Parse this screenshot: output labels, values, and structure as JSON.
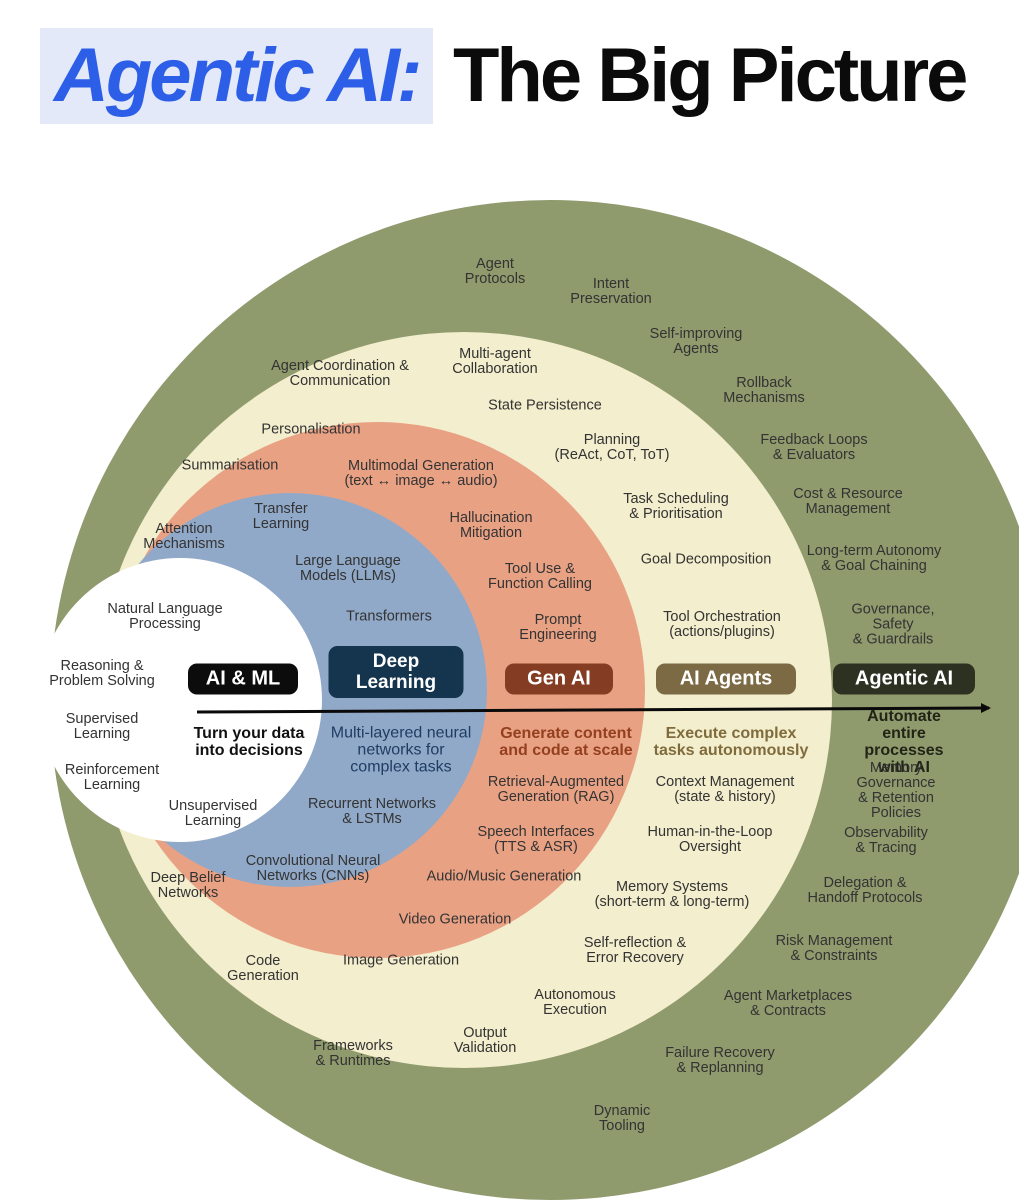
{
  "title": {
    "part1": "Agentic AI:",
    "part2": "The Big Picture"
  },
  "colors": {
    "title_blue": "#2c5ee8",
    "title_highlight": "#e3e9f8",
    "ring_agentic": "#8f9a6d",
    "ring_agents": "#f3eecd",
    "ring_genai": "#e9a184",
    "ring_dl": "#91a9c8",
    "core_aiml": "#ffffff",
    "pill_aiml": "#0c0c0c",
    "pill_dl": "#15344e",
    "pill_genai": "#843d22",
    "pill_agents": "#7b6a44",
    "pill_agentic": "#2c3121",
    "arrow": "#0a0a0a"
  },
  "rings": {
    "aiml": {
      "name": "AI & ML",
      "tagline": "Turn your data\ninto decisions",
      "items": [
        "Natural Language\nProcessing",
        "Reasoning &\nProblem Solving",
        "Supervised\nLearning",
        "Reinforcement\nLearning",
        "Unsupervised\nLearning"
      ]
    },
    "dl": {
      "name": "Deep\nLearning",
      "tagline": "Multi-layered neural\nnetworks for\ncomplex tasks",
      "items": [
        "Attention\nMechanisms",
        "Transfer\nLearning",
        "Large Language\nModels (LLMs)",
        "Transformers",
        "Recurrent Networks\n& LSTMs",
        "Convolutional Neural\nNetworks (CNNs)",
        "Deep Belief\nNetworks"
      ]
    },
    "genai": {
      "name": "Gen AI",
      "tagline": "Generate content\nand code at scale",
      "items": [
        "Personalisation",
        "Summarisation",
        "Multimodal Generation\n(text ↔ image ↔ audio)",
        "Hallucination\nMitigation",
        "Tool Use &\nFunction Calling",
        "Prompt\nEngineering",
        "Retrieval-Augmented\nGeneration (RAG)",
        "Speech Interfaces\n(TTS & ASR)",
        "Audio/Music Generation",
        "Video Generation",
        "Image Generation",
        "Code\nGeneration"
      ]
    },
    "agents": {
      "name": "AI Agents",
      "tagline": "Execute complex\ntasks autonomously",
      "items": [
        "Agent Coordination &\nCommunication",
        "Multi-agent\nCollaboration",
        "State Persistence",
        "Planning\n(ReAct, CoT, ToT)",
        "Task Scheduling\n& Prioritisation",
        "Goal Decomposition",
        "Tool Orchestration\n(actions/plugins)",
        "Context Management\n(state & history)",
        "Human-in-the-Loop\nOversight",
        "Memory Systems\n(short-term & long-term)",
        "Self-reflection &\nError Recovery",
        "Autonomous\nExecution",
        "Output\nValidation",
        "Frameworks\n& Runtimes"
      ]
    },
    "agentic": {
      "name": "Agentic AI",
      "tagline": "Automate entire\nprocesses with AI",
      "items": [
        "Agent\nProtocols",
        "Intent\nPreservation",
        "Self-improving\nAgents",
        "Rollback\nMechanisms",
        "Feedback Loops\n& Evaluators",
        "Cost & Resource\nManagement",
        "Long-term Autonomy\n& Goal Chaining",
        "Governance, Safety\n& Guardrails",
        "Memory Governance\n& Retention Policies",
        "Observability\n& Tracing",
        "Delegation &\nHandoff Protocols",
        "Risk Management\n& Constraints",
        "Agent Marketplaces\n& Contracts",
        "Failure Recovery\n& Replanning",
        "Dynamic\nTooling"
      ]
    }
  }
}
